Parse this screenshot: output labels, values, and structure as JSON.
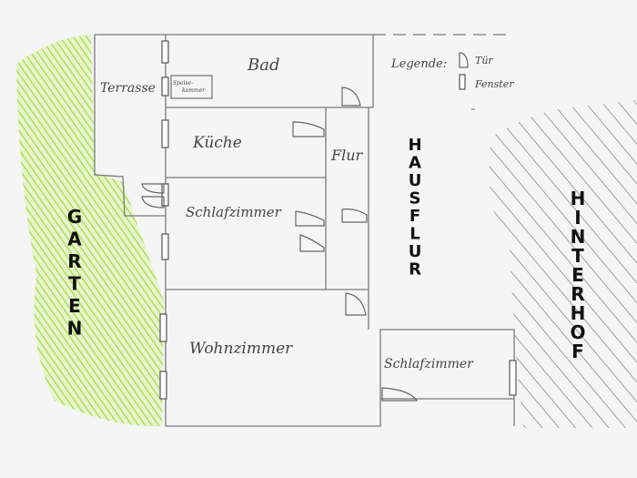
{
  "plan": {
    "rooms": {
      "bad": "Bad",
      "terrasse": "Terrasse",
      "speisekammer": "Speise-\nkammer",
      "kueche": "Küche",
      "flur": "Flur",
      "schlafzimmer_1": "Schlafzimmer",
      "wohnzimmer": "Wohnzimmer",
      "schlafzimmer_2": "Schlafzimmer"
    },
    "outside": {
      "garten": "GARTEN",
      "hausflur": "HAUSFLUR",
      "hinterhof": "HINTERHOF"
    },
    "legend": {
      "title": "Legende:",
      "door_label": "Tür",
      "window_label": "Fenster"
    },
    "colors": {
      "garden_green": "#b7e36a",
      "pencil": "#7a7a7a",
      "hatch": "#8a8a8a"
    }
  }
}
